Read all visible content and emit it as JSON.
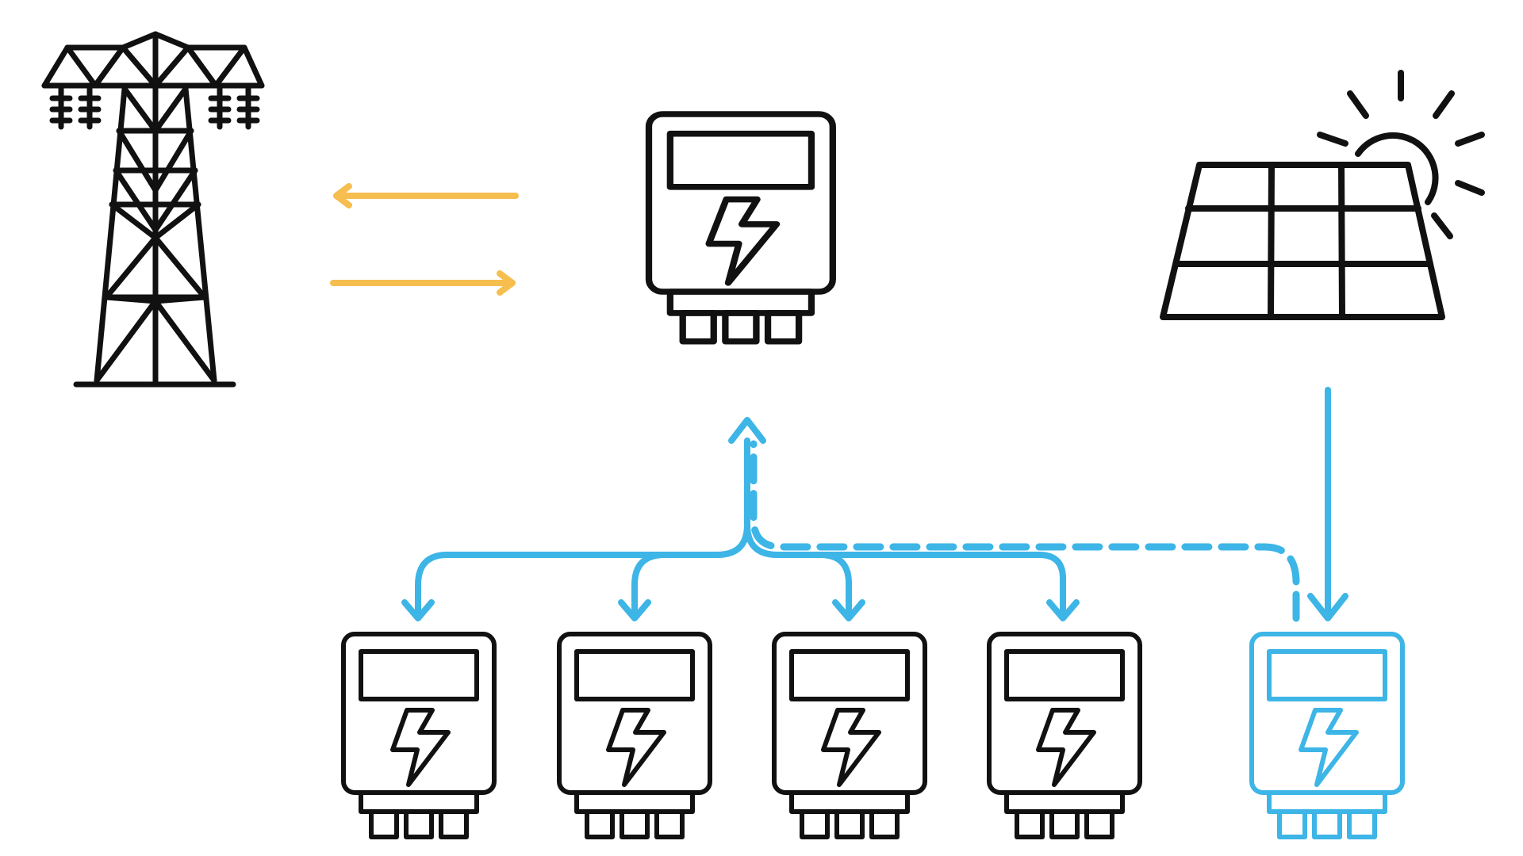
{
  "diagram": {
    "title": "",
    "colors": {
      "ink": "#111111",
      "grid_flow": "#F5BE4F",
      "community_flow": "#3DB5E6",
      "background": "#FFFFFF"
    },
    "nodes": [
      {
        "id": "grid",
        "icon": "transmission-tower-icon",
        "label": ""
      },
      {
        "id": "main-meter",
        "icon": "electric-meter-icon",
        "label": ""
      },
      {
        "id": "solar",
        "icon": "solar-panel-icon",
        "label": ""
      },
      {
        "id": "meter-1",
        "icon": "electric-meter-icon",
        "label": ""
      },
      {
        "id": "meter-2",
        "icon": "electric-meter-icon",
        "label": ""
      },
      {
        "id": "meter-3",
        "icon": "electric-meter-icon",
        "label": ""
      },
      {
        "id": "meter-4",
        "icon": "electric-meter-icon",
        "label": ""
      },
      {
        "id": "solar-meter",
        "icon": "electric-meter-icon",
        "label": "",
        "highlight": true
      }
    ],
    "edges": [
      {
        "from": "main-meter",
        "to": "grid",
        "style": "solid",
        "color": "grid_flow"
      },
      {
        "from": "grid",
        "to": "main-meter",
        "style": "solid",
        "color": "grid_flow"
      },
      {
        "from": "solar",
        "to": "solar-meter",
        "style": "solid",
        "color": "community_flow"
      },
      {
        "from": "main-meter",
        "to": "meter-1",
        "style": "solid",
        "color": "community_flow"
      },
      {
        "from": "main-meter",
        "to": "meter-2",
        "style": "solid",
        "color": "community_flow"
      },
      {
        "from": "main-meter",
        "to": "meter-3",
        "style": "solid",
        "color": "community_flow"
      },
      {
        "from": "main-meter",
        "to": "meter-4",
        "style": "solid",
        "color": "community_flow"
      },
      {
        "from": "solar-meter",
        "to": "main-meter",
        "style": "dashed",
        "color": "community_flow"
      }
    ]
  }
}
